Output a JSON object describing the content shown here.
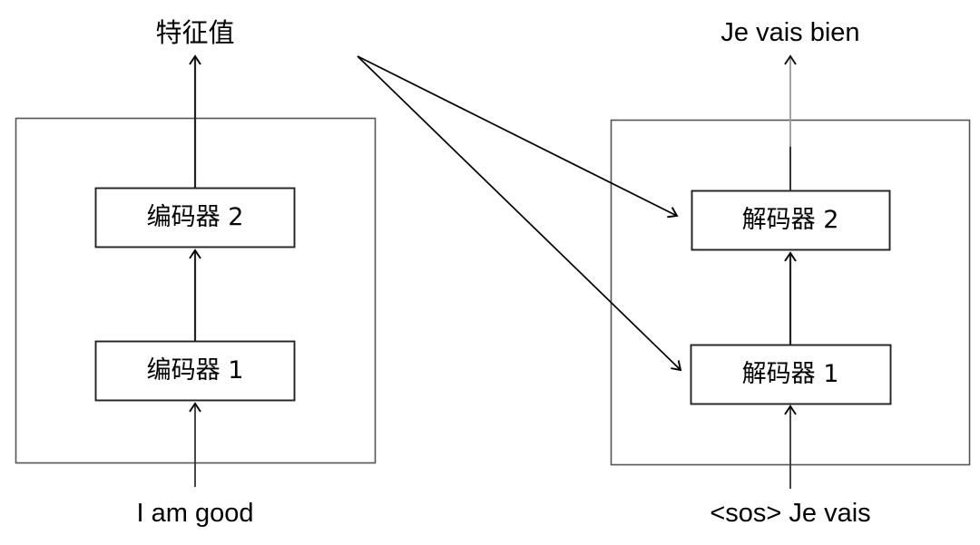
{
  "diagram": {
    "title_visible": false,
    "stroke_color": "#000000",
    "outer_stroke_color": "#444444",
    "background_color": "#ffffff",
    "encoder_side": {
      "output_label": "特征值",
      "input_label": "I am good",
      "blocks": [
        {
          "label": "编码器 2",
          "name": "encoder-2"
        },
        {
          "label": "编码器 1",
          "name": "encoder-1"
        }
      ]
    },
    "decoder_side": {
      "output_label": "Je vais bien",
      "input_label": "<sos> Je vais",
      "blocks": [
        {
          "label": "解码器 2",
          "name": "decoder-2"
        },
        {
          "label": "解码器 1",
          "name": "decoder-1"
        }
      ]
    },
    "cross_connections": [
      {
        "from": "encoder-output",
        "to": "decoder-2"
      },
      {
        "from": "encoder-output",
        "to": "decoder-1"
      }
    ]
  }
}
